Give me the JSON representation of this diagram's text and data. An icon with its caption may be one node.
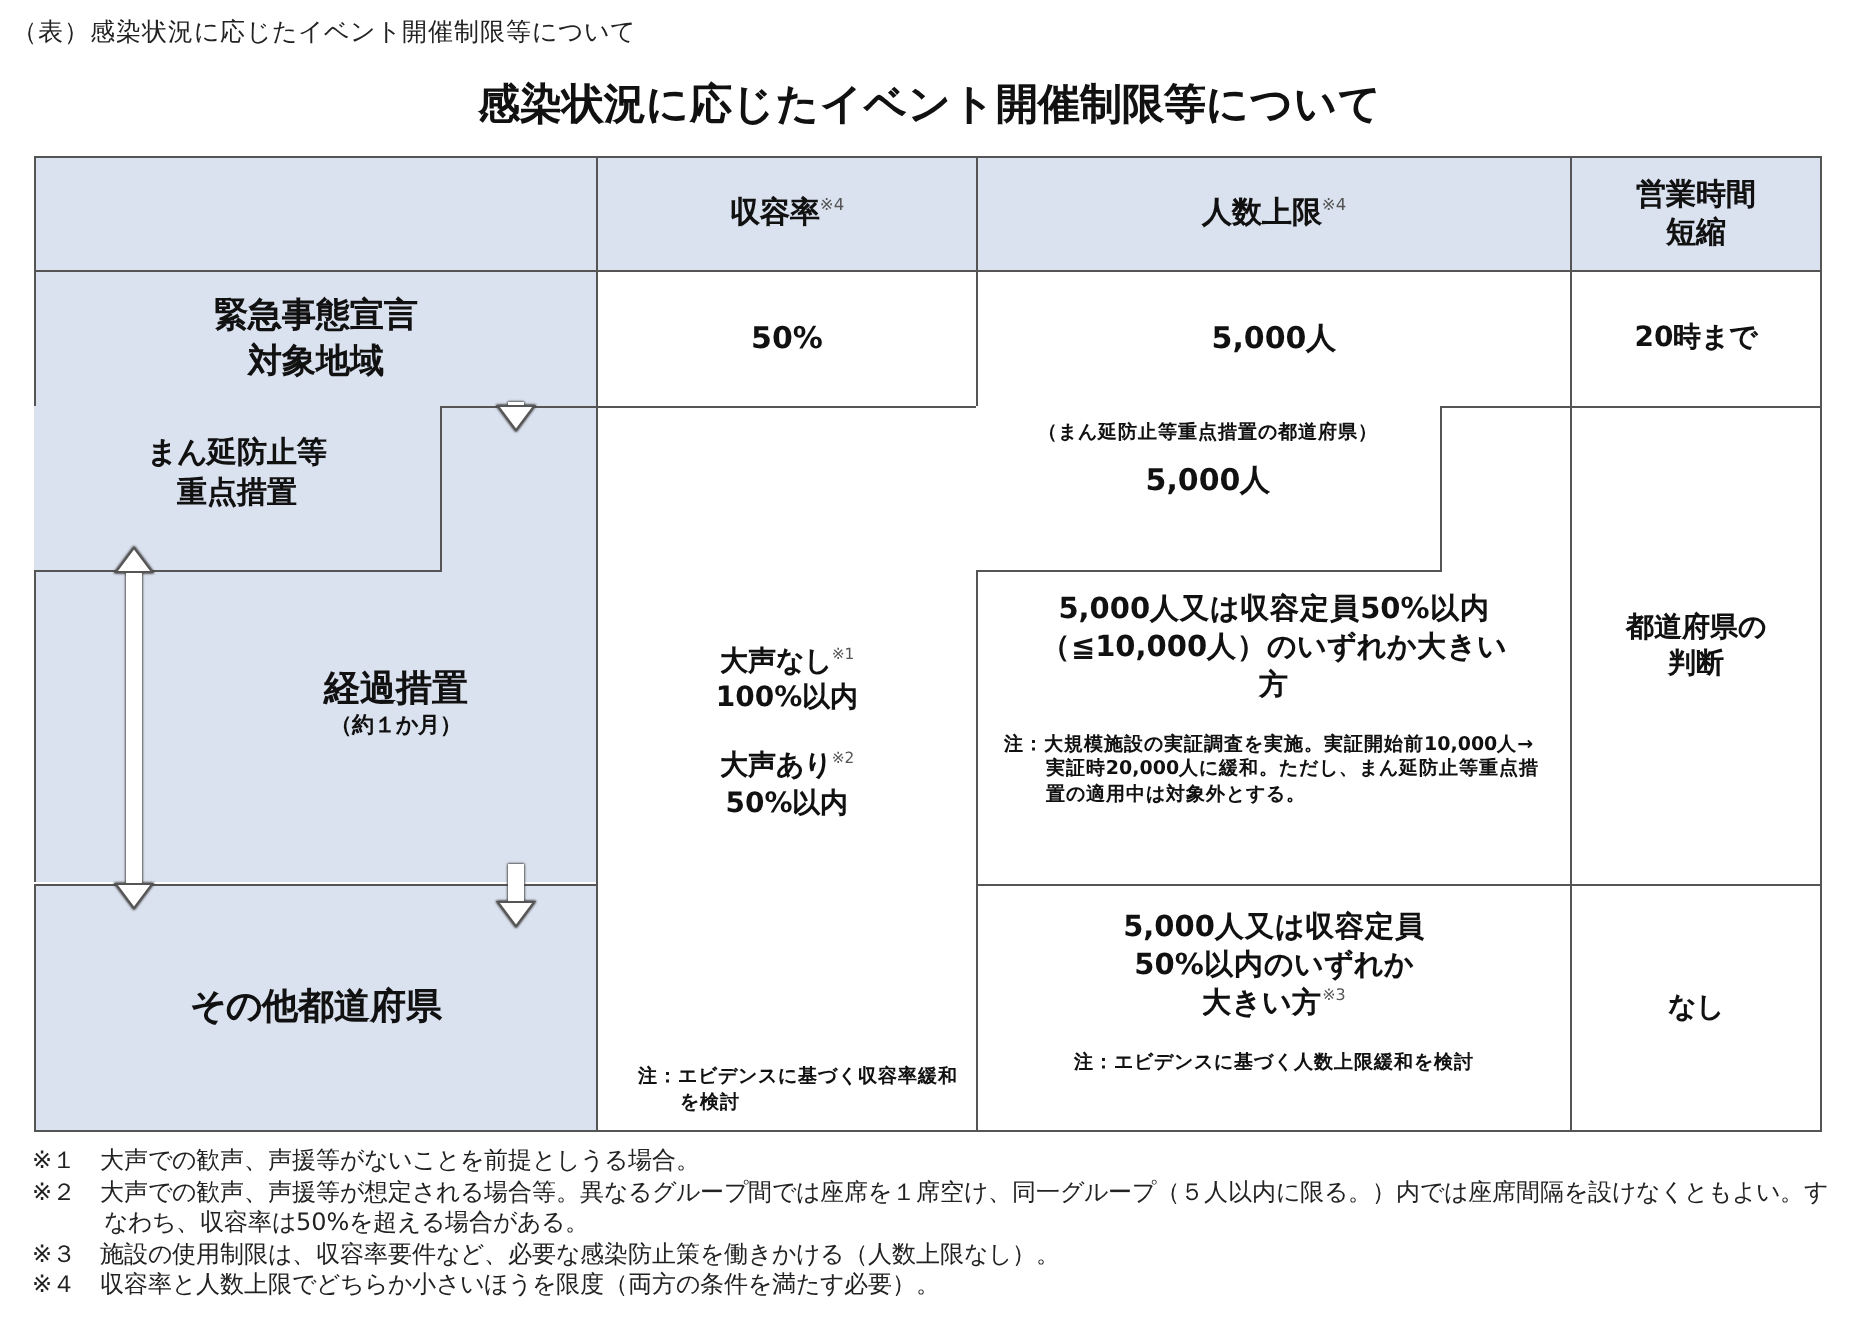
{
  "diagram": {
    "title": "感染状況に応じたイベント開催制限等について",
    "nodes": [
      {
        "text": [],
        "shape": "box"
      },
      {
        "text": [
          "収容率$^{※4}$"
        ]
      },
      {
        "text": [
          "人数上限$^{※4}$"
        ]
      },
      {
        "text": [
          "営業時間短縮"
        ]
      },
      {
        "text": [
          "緊急事態宣言対象地域"
        ]
      },
      {
        "text": [
          "50%"
        ]
      },
      {
        "text": [
          "5,000人"
        ]
      },
      {
        "text": [
          "20時まで"
        ]
      },
      {
        "text": [
          "経過措置",
          "（約１か月）"
        ]
      },
      {
        "text": [
          "まん延防止等重点措置"
        ],
        "in": 8
      },
      {
        "text": [
          "その他都道府県"
        ]
      },
      {
        "text": [
          "大声なし$^{※1}$ 100%以内",
          "大声あり$^{※2}$ 50%以内",
          "注：エビデンスに基づく収容率緩和を検討"
        ]
      },
      {
        "text": [
          "5,000人又は収容定員50%以内（≦10,000人）のいずれか大きい方",
          "注：大規模施設の実証調査を実施。実証開始前10,000人→実証時20,000人に緩和。ただし、まん延防止等重点措置の適用中は対象外とする。"
        ]
      },
      {
        "text": [
          "（まん延防止等重点措置の都道府県）",
          "5,000人"
        ],
        "in": 12
      },
      {
        "text": [
          "都道府県の判断"
        ]
      },
      {
        "text": [
          "5,000人又は収容定員50%以内のいずれか大きい方$^{※3}$",
          "注：エビデンスに基づく人数上限緩和を検討"
        ]
      },
      {
        "text": [
          "なし"
        ]
      }
    ],
    "edges": [
      {
        "from": 4,
        "to": 8,
        "arrow": "to"
      },
      {
        "from": 8,
        "to": 10,
        "arrow": "to"
      },
      {
        "from": 9,
        "to": 10,
        "arrow": "both"
      }
    ],
    "labels": [
      "（表）感染状況に応じたイベント開催制限等について",
      "※１　大声での歓声、声援等がないことを前提としうる場合。",
      "※２　大声での歓声、声援等が想定される場合等。異なるグループ間では座席を１席空け、同一グループ（５人以内に限る。）内では座席間隔を設けなくともよい。すなわち、収容率は50%を超える場合がある。",
      "※３　施設の使用制限は、収容率要件など、必要な感染防止策を働きかける（人数上限なし）。",
      "※４　収容率と人数上限でどちらか小さいほうを限度（両方の条件を満たす必要）。"
    ]
  }
}
